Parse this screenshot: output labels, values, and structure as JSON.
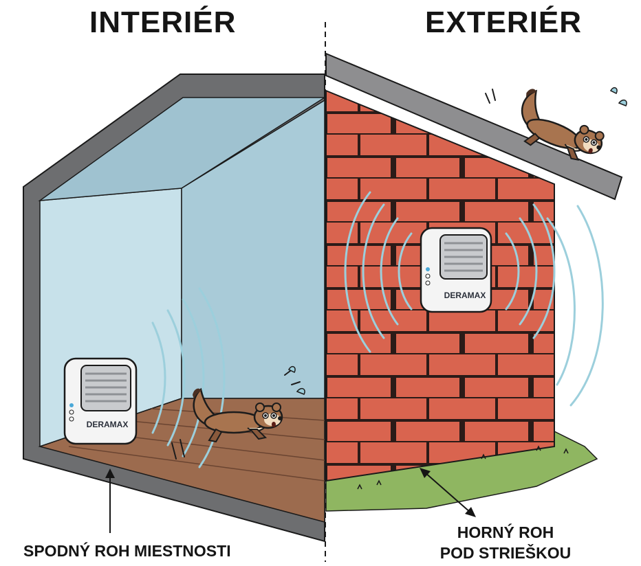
{
  "panels": {
    "interior": {
      "title": "INTERIÉR",
      "caption": "SPODNÝ ROH MIESTNOSTI"
    },
    "exterior": {
      "title": "EXTERIÉR",
      "caption_lines": [
        "HORNÝ ROH",
        "POD STRIEŠKOU"
      ]
    }
  },
  "device": {
    "brand": "DERAMAX"
  },
  "icons": [
    "ultrasonic-repeller-icon",
    "marten-icon",
    "sound-wave-icon",
    "arrow-icon"
  ],
  "colors": {
    "wall_shell": "#6d6e70",
    "interior_wall": "#a9cbd8",
    "floor": "#9c6b4e",
    "brick": "#d9644f",
    "mortar": "#2b1b18",
    "roof": "#8e8e90",
    "grass": "#8fb661",
    "wave": "#9ccfdc",
    "marten": "#a8744f"
  }
}
